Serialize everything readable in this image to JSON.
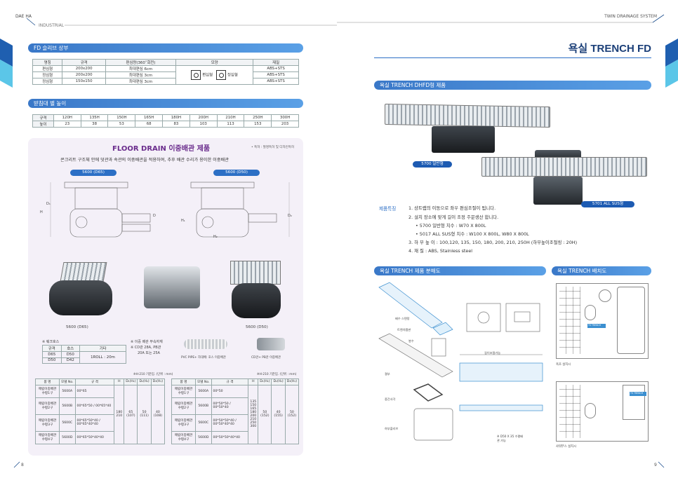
{
  "header": {
    "left_brand": "DAE HA",
    "left_sub": "INDUSTRIAL",
    "right_title": "TWIN DRAINAGE SYSTEM"
  },
  "page_numbers": {
    "left": "8",
    "right": "9"
  },
  "sleeve": {
    "title": "FD 슬리브 상부",
    "headers": [
      "명칭",
      "규격",
      "편심량(360˚회전)",
      "모양",
      "재질"
    ],
    "rows": [
      [
        "편심형",
        "200x200",
        "최대편심 6cm",
        "ABS+STS"
      ],
      [
        "정심형",
        "200x200",
        "최대편심 3cm",
        "ABS+STS"
      ],
      [
        "정심형",
        "150x150",
        "최대편심 3cm",
        "ABS+STS"
      ]
    ],
    "shape_labels": [
      "편심형",
      "정심형"
    ]
  },
  "support": {
    "title": "받침대 별 높이",
    "row_labels": [
      "규격",
      "높이"
    ],
    "sizes": [
      "120H",
      "135H",
      "150H",
      "165H",
      "180H",
      "200H",
      "210H",
      "250H",
      "300H"
    ],
    "heights": [
      "23",
      "38",
      "53",
      "68",
      "83",
      "103",
      "113",
      "153",
      "203"
    ]
  },
  "floor_drain": {
    "title": "FLOOR DRAIN 이중배관 제품",
    "patent": "• 특허 : 발명특허 및 디자인특허",
    "subtitle": "콘크리트 구조체 안에 덧관과 속관의 이중배관을 적용하여, 추후 배관 수리가 용이한 이중배관",
    "tab_left": "5600 (D65)",
    "tab_right": "5600 (D50)",
    "photo_left": "5600 (D65)",
    "photo_right": "5600 (D50)",
    "dim_labels": [
      "H",
      "D₁",
      "D",
      "H₁",
      "H₂",
      "D₂"
    ],
    "hose_title": "※ 웨크호스",
    "hose_headers": [
      "규격",
      "호스",
      "기타"
    ],
    "hose_rows": [
      [
        "D65",
        "D50",
        "1ROLL : 20m"
      ],
      [
        "D50",
        "D42",
        ""
      ]
    ],
    "note_lines": [
      "※ 이중 배관 부속자재",
      "※ CD관 28A, PB관",
      "20A 또는 25A"
    ],
    "pvc_caption": "PVC PIPE+ 하대배: 호스 이중배관",
    "cd_caption": "CD관+ PB관 이중배관",
    "table_note": "※H-210 기준입. (단위 : mm)",
    "spec_headers": [
      "품 명",
      "모델 No.",
      "규 격",
      "H",
      "D₁(H₁)",
      "D₂(H₂)",
      "D₃(H₃)"
    ],
    "spec_left": [
      [
        "매립이중배관 수평1구",
        "5600A",
        "00*65"
      ],
      [
        "매립이중배관 수평2구",
        "5600B",
        "00*65*50 / 00*65*40"
      ],
      [
        "매립이중배관 수평3구",
        "5600C",
        "00*65*50*40 / 00*65*40*40"
      ],
      [
        "매립이중배관 수평4구",
        "5600D",
        "00*65*50*40*40"
      ]
    ],
    "spec_left_values": [
      "180 210",
      "65 (107)",
      "50 (111)",
      "40 (108)"
    ],
    "spec_right": [
      [
        "매립이중배관 수평1구",
        "5600A",
        "00*50"
      ],
      [
        "매립이중배관 수평2구",
        "5600B",
        "00*50*50 / 00*50*40"
      ],
      [
        "매립이중배관 수평3구",
        "5600C",
        "00*50*50*40 / 00*50*40*40"
      ],
      [
        "매립이중배관 수평4구",
        "5600D",
        "00*50*50*40*40"
      ]
    ],
    "spec_right_values": [
      "135 150 165 180 200 210 250 300",
      "50 (152)",
      "40 (155)",
      "50 (152)"
    ]
  },
  "trench": {
    "page_title": "욕실 TRENCH FD",
    "section_title": "욕실 TRENCH DHFD형 제품",
    "badge_1": "5700 일반형",
    "badge_2": "5701 ALL SUS형",
    "features_label": "제품특징",
    "features": [
      "1. 샹트랩의 이동으로 좌우 편심조절이 됩니다.",
      "2. 설치 장소에 맞게 길이 조정 주문생산 합니다.",
      "• 5700 일반형 치수 : W70 X 800L",
      "• 5017 ALL SUS형 치수 : W100 X 800L, W80 X 800L",
      "3. 하 부 높 이 : 100,120, 135, 150, 180, 200, 210, 250H (하부높이조절링 : 20H)",
      "4. 재          질 : ABS, Stainless steel"
    ],
    "exploded_title": "욕실 TRENCH 제품 분해도",
    "layout_title": "욕실 TRENCH 배치도",
    "exploded_labels": [
      "배수 스텐망",
      "트렌치캡판",
      "봉수",
      "길이조절가능",
      "결부",
      "중간사각",
      "하부플리브",
      "※ D50 X 35 수평배관 가능"
    ],
    "layout_labels": [
      "욕조 설치시",
      "샤워부스 설치시",
      "TS TRENCH",
      "TS TRENCH"
    ]
  }
}
